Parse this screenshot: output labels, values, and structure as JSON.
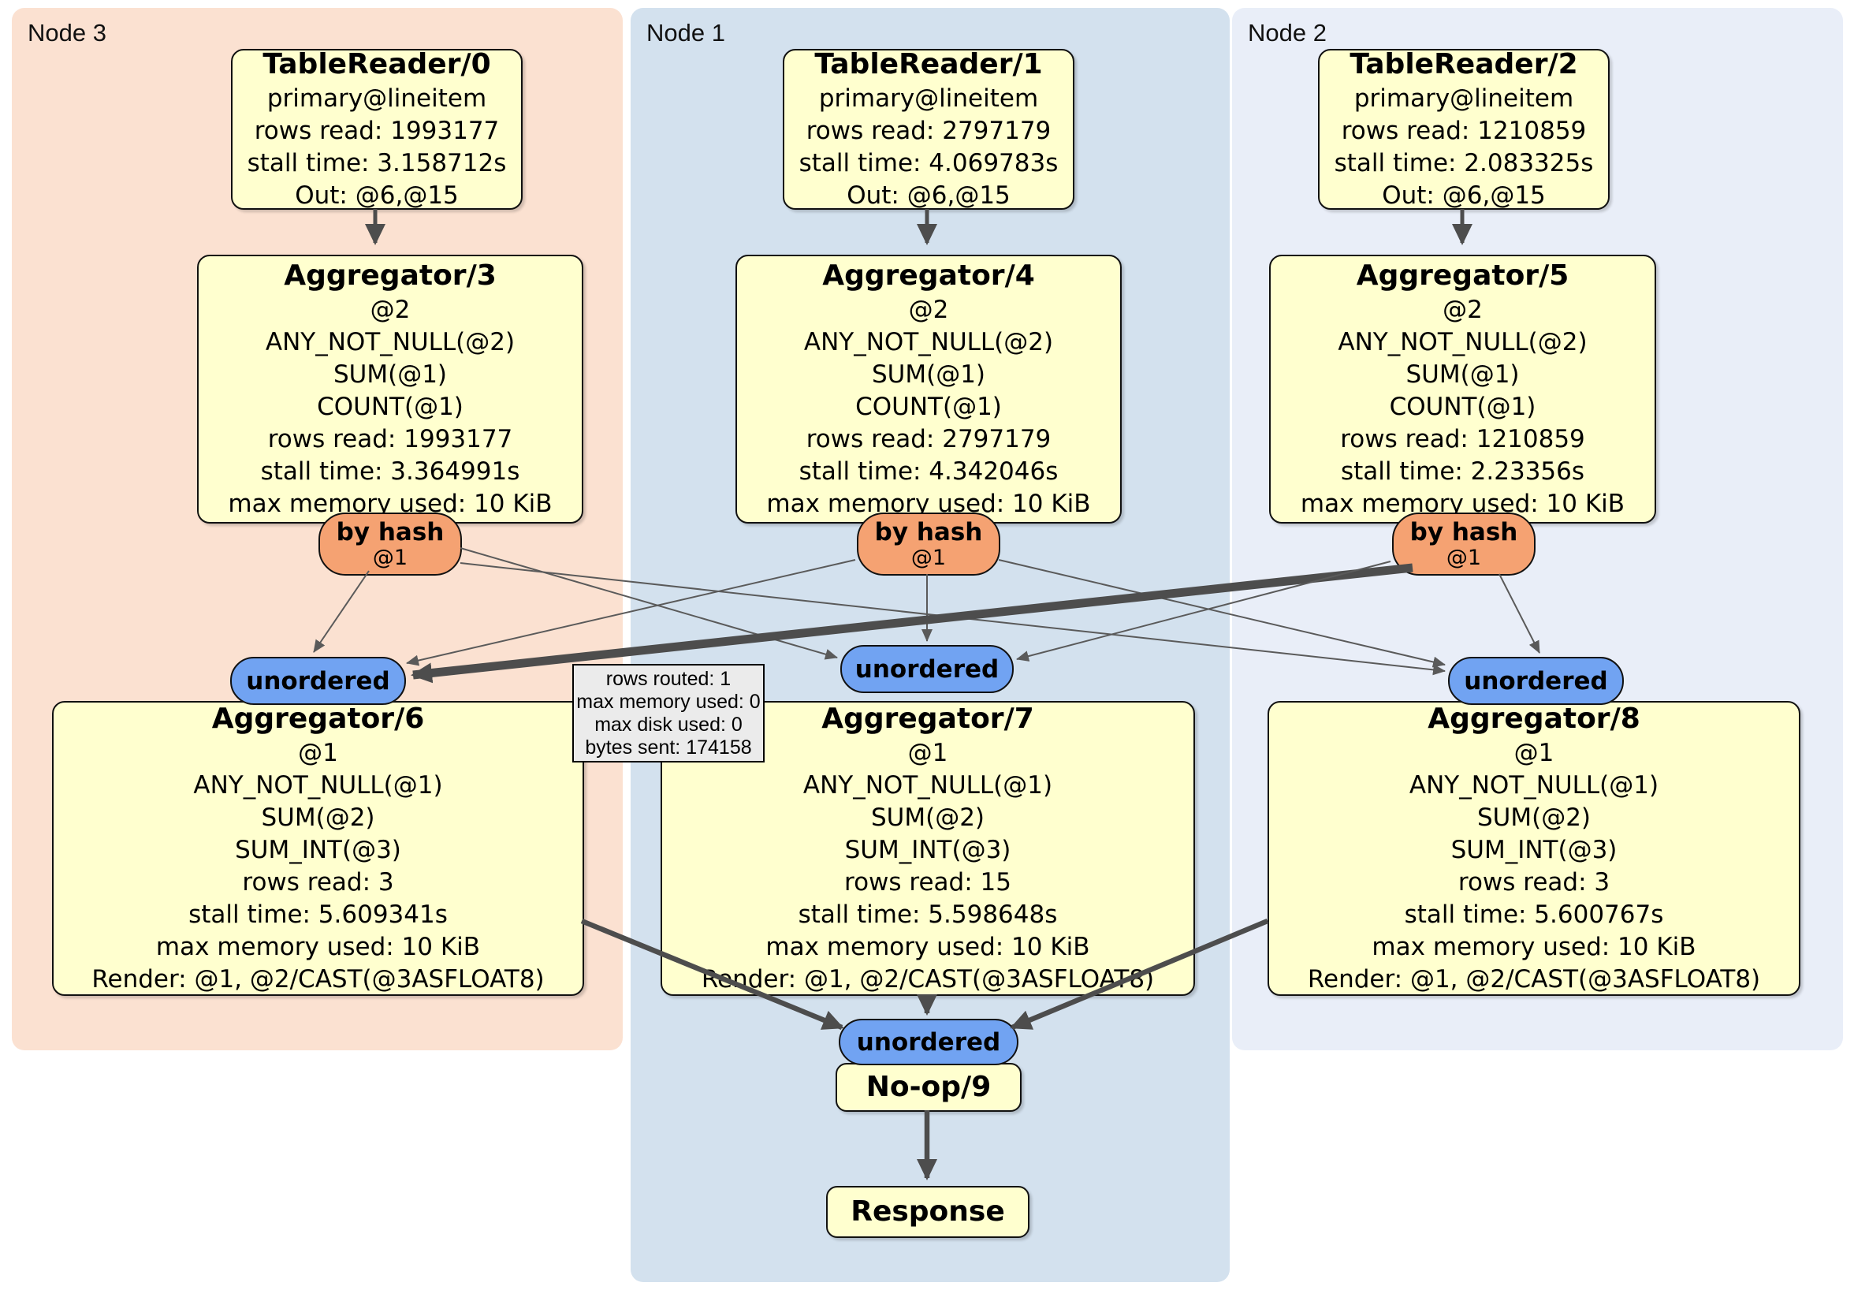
{
  "regions": {
    "node3": {
      "label": "Node 3"
    },
    "node1": {
      "label": "Node 1"
    },
    "node2": {
      "label": "Node 2"
    }
  },
  "boxes": {
    "tr0": {
      "title": "TableReader/0",
      "lines": [
        "primary@lineitem",
        "rows read: 1993177",
        "stall time: 3.158712s",
        "Out: @6,@15"
      ]
    },
    "tr1": {
      "title": "TableReader/1",
      "lines": [
        "primary@lineitem",
        "rows read: 2797179",
        "stall time: 4.069783s",
        "Out: @6,@15"
      ]
    },
    "tr2": {
      "title": "TableReader/2",
      "lines": [
        "primary@lineitem",
        "rows read: 1210859",
        "stall time: 2.083325s",
        "Out: @6,@15"
      ]
    },
    "agg3": {
      "title": "Aggregator/3",
      "lines": [
        "@2",
        "ANY_NOT_NULL(@2)",
        "SUM(@1)",
        "COUNT(@1)",
        "rows read: 1993177",
        "stall time: 3.364991s",
        "max memory used: 10 KiB"
      ]
    },
    "agg4": {
      "title": "Aggregator/4",
      "lines": [
        "@2",
        "ANY_NOT_NULL(@2)",
        "SUM(@1)",
        "COUNT(@1)",
        "rows read: 2797179",
        "stall time: 4.342046s",
        "max memory used: 10 KiB"
      ]
    },
    "agg5": {
      "title": "Aggregator/5",
      "lines": [
        "@2",
        "ANY_NOT_NULL(@2)",
        "SUM(@1)",
        "COUNT(@1)",
        "rows read: 1210859",
        "stall time: 2.23356s",
        "max memory used: 10 KiB"
      ]
    },
    "agg6": {
      "title": "Aggregator/6",
      "lines": [
        "@1",
        "ANY_NOT_NULL(@1)",
        "SUM(@2)",
        "SUM_INT(@3)",
        "rows read: 3",
        "stall time: 5.609341s",
        "max memory used: 10 KiB",
        "Render: @1, @2/CAST(@3ASFLOAT8)"
      ]
    },
    "agg7": {
      "title": "Aggregator/7",
      "lines": [
        "@1",
        "ANY_NOT_NULL(@1)",
        "SUM(@2)",
        "SUM_INT(@3)",
        "rows read: 15",
        "stall time: 5.598648s",
        "max memory used: 10 KiB",
        "Render: @1, @2/CAST(@3ASFLOAT8)"
      ]
    },
    "agg8": {
      "title": "Aggregator/8",
      "lines": [
        "@1",
        "ANY_NOT_NULL(@1)",
        "SUM(@2)",
        "SUM_INT(@3)",
        "rows read: 3",
        "stall time: 5.600767s",
        "max memory used: 10 KiB",
        "Render: @1, @2/CAST(@3ASFLOAT8)"
      ]
    },
    "noop": {
      "title": "No-op/9"
    },
    "response": {
      "title": "Response"
    }
  },
  "pills": {
    "by_hash_label": "by hash",
    "by_hash_sub": "@1",
    "unordered_label": "unordered"
  },
  "tooltip": {
    "lines": [
      "rows routed: 1",
      "max memory used: 0",
      "max disk used: 0",
      "bytes sent: 174158"
    ]
  },
  "colors": {
    "node3_bg": "#fbe1d1",
    "node1_bg": "#d3e1ee",
    "node2_bg": "#e9eef8",
    "box_bg": "#ffffcf",
    "by_hash_bg": "#f5a272",
    "unordered_bg": "#71a3f2",
    "tooltip_bg": "#ebebeb",
    "edge": "#4d4d4d"
  }
}
